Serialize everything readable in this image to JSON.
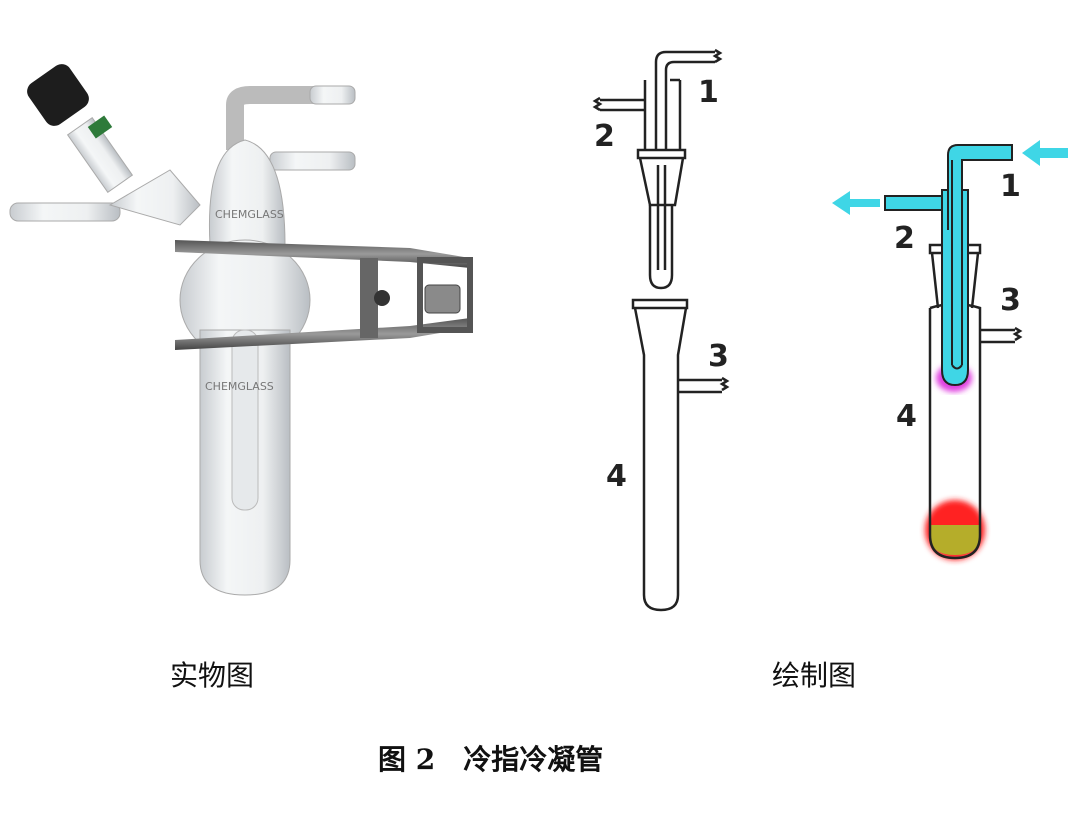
{
  "photo": {
    "brand_label_top": "CHEMGLASS",
    "brand_label_bottom": "CHEMGLASS"
  },
  "schematic": {
    "labels": [
      "1",
      "2",
      "3",
      "4"
    ]
  },
  "colored_schematic": {
    "labels": [
      "1",
      "2",
      "3",
      "4"
    ],
    "coolant_color": "#3fd6e6",
    "sample_color": "#b5ad2a",
    "heat_glow_color": "#ff2020",
    "cold_glow_color": "#e040e0"
  },
  "captions": {
    "photo": "实物图",
    "drawing": "绘制图",
    "figure": "图 2　冷指冷凝管"
  }
}
